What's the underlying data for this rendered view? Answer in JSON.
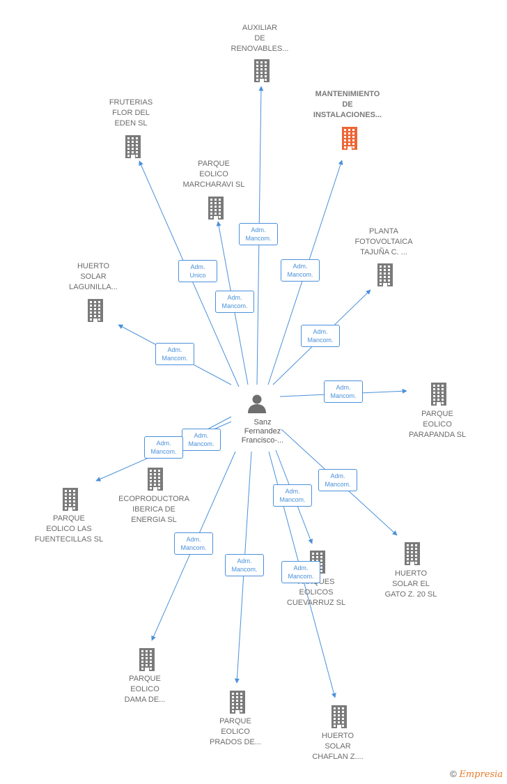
{
  "colors": {
    "accent": "#4a90d9",
    "node": "#7a7a7a",
    "highlight": "#ee6434",
    "brand": "#e57a2b"
  },
  "center": {
    "label": "Sanz\nFernandez\nFrancisco-...",
    "icon": "person-icon"
  },
  "nodes": [
    {
      "id": "auxiliar",
      "label": "AUXILIAR\nDE\nRENOVABLES...",
      "highlight": false
    },
    {
      "id": "mantenimiento",
      "label": "MANTENIMIENTO\nDE\nINSTALACIONES...",
      "highlight": true
    },
    {
      "id": "fruterias",
      "label": "FRUTERIAS\nFLOR DEL\nEDEN SL",
      "highlight": false
    },
    {
      "id": "marcharavi",
      "label": "PARQUE\nEOLICO\nMARCHARAVI SL",
      "highlight": false
    },
    {
      "id": "planta",
      "label": "PLANTA\nFOTOVOLTAICA\nTAJUÑA C. ...",
      "highlight": false
    },
    {
      "id": "lagunilla",
      "label": "HUERTO\nSOLAR\nLAGUNILLA...",
      "highlight": false
    },
    {
      "id": "parapanda",
      "label": "PARQUE\nEOLICO\nPARAPANDA SL",
      "highlight": false
    },
    {
      "id": "fuentecillas",
      "label": "PARQUE\nEOLICO LAS\nFUENTECILLAS SL",
      "highlight": false
    },
    {
      "id": "ecoproductora",
      "label": "ECOPRODUCTORA\nIBERICA DE\nENERGIA SL",
      "highlight": false
    },
    {
      "id": "cuevarruz",
      "label": "PARQUES\nEOLICOS\nCUEVARRUZ SL",
      "highlight": false
    },
    {
      "id": "gato",
      "label": "HUERTO\nSOLAR EL\nGATO Z.  20 SL",
      "highlight": false
    },
    {
      "id": "dama",
      "label": "PARQUE\nEOLICO\nDAMA DE...",
      "highlight": false
    },
    {
      "id": "prados",
      "label": "PARQUE\nEOLICO\nPRADOS DE...",
      "highlight": false
    },
    {
      "id": "chaflan",
      "label": "HUERTO\nSOLAR\nCHAFLAN Z....",
      "highlight": false
    }
  ],
  "edges": [
    {
      "to": "auxiliar",
      "label": "Adm.\nMancom."
    },
    {
      "to": "mantenimiento",
      "label": "Adm.\nMancom."
    },
    {
      "to": "fruterias",
      "label": "Adm.\nUnico"
    },
    {
      "to": "marcharavi",
      "label": "Adm.\nMancom."
    },
    {
      "to": "planta",
      "label": "Adm.\nMancom."
    },
    {
      "to": "lagunilla",
      "label": "Adm.\nMancom."
    },
    {
      "to": "parapanda",
      "label": "Adm.\nMancom."
    },
    {
      "to": "ecoproductora",
      "label": "Adm.\nMancom."
    },
    {
      "to": "fuentecillas",
      "label": "Adm.\nMancom."
    },
    {
      "to": "gato",
      "label": "Adm.\nMancom."
    },
    {
      "to": "cuevarruz",
      "label": "Adm.\nMancom."
    },
    {
      "to": "dama",
      "label": "Adm.\nMancom."
    },
    {
      "to": "prados",
      "label": "Adm.\nMancom."
    },
    {
      "to": "chaflan",
      "label": "Adm.\nMancom."
    }
  ],
  "footer": {
    "copyright": "©",
    "brand": "Empresia"
  }
}
